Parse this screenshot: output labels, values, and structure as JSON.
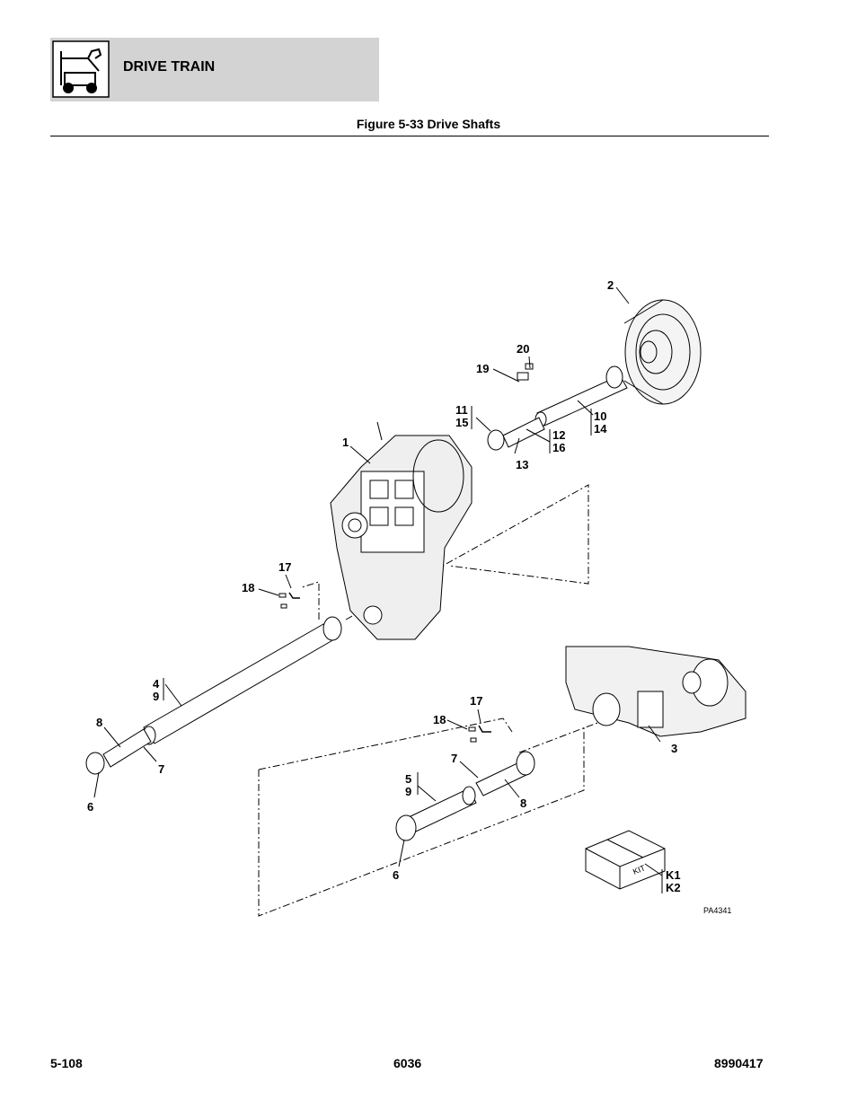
{
  "header": {
    "section_title": "DRIVE TRAIN",
    "figure_title": "Figure 5-33 Drive Shafts"
  },
  "callouts": {
    "c1": "1",
    "c2": "2",
    "c3": "3",
    "c4": "4",
    "c9a": "9",
    "c5": "5",
    "c9b": "9",
    "c6a": "6",
    "c6b": "6",
    "c7a": "7",
    "c7b": "7",
    "c8a": "8",
    "c8b": "8",
    "c10": "10",
    "c14": "14",
    "c11": "11",
    "c15": "15",
    "c12": "12",
    "c16": "16",
    "c13": "13",
    "c17a": "17",
    "c17b": "17",
    "c18a": "18",
    "c18b": "18",
    "c19": "19",
    "c20": "20",
    "k1": "K1",
    "k2": "K2",
    "kit_label": "KIT"
  },
  "drawing_id": "PA4341",
  "footer": {
    "page_number": "5-108",
    "model": "6036",
    "manual_number": "8990417"
  }
}
